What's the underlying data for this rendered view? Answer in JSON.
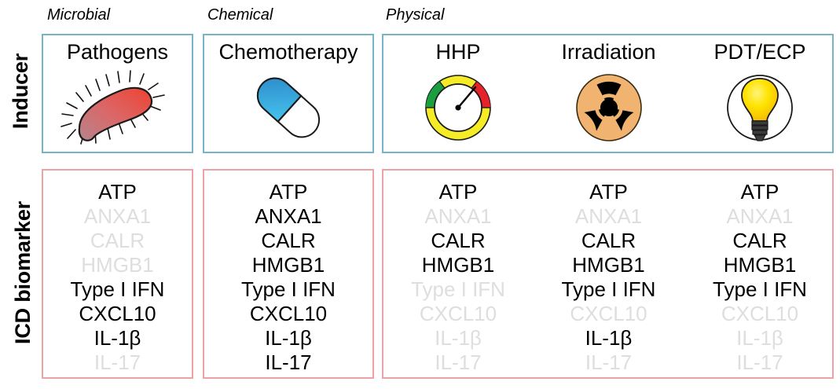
{
  "rows": {
    "inducer_label": "Inducer",
    "biomarker_label": "ICD biomarker"
  },
  "categories": [
    {
      "name": "microbial",
      "caption": "Microbial"
    },
    {
      "name": "chemical",
      "caption": "Chemical"
    },
    {
      "name": "physical",
      "caption": "Physical"
    }
  ],
  "inducers": [
    {
      "key": "pathogens",
      "title": "Pathogens",
      "icon": "bacterium-icon"
    },
    {
      "key": "chemotherapy",
      "title": "Chemotherapy",
      "icon": "pill-capsule-icon"
    },
    {
      "key": "hhp",
      "title": "HHP",
      "icon": "pressure-gauge-icon"
    },
    {
      "key": "irradiation",
      "title": "Irradiation",
      "icon": "radiation-hazard-icon"
    },
    {
      "key": "pdt_ecp",
      "title": "PDT/ECP",
      "icon": "lightbulb-icon"
    }
  ],
  "biomarker_names": [
    "ATP",
    "ANXA1",
    "CALR",
    "HMGB1",
    "Type I IFN",
    "CXCL10",
    "IL-1β",
    "IL-17"
  ],
  "columns": [
    {
      "key": "pathogens",
      "markers": [
        {
          "label": "ATP",
          "active": true
        },
        {
          "label": "ANXA1",
          "active": false
        },
        {
          "label": "CALR",
          "active": false
        },
        {
          "label": "HMGB1",
          "active": false
        },
        {
          "label": "Type I IFN",
          "active": true
        },
        {
          "label": "CXCL10",
          "active": true
        },
        {
          "label": "IL-1β",
          "active": true
        },
        {
          "label": "IL-17",
          "active": false
        }
      ]
    },
    {
      "key": "chemotherapy",
      "markers": [
        {
          "label": "ATP",
          "active": true
        },
        {
          "label": "ANXA1",
          "active": true
        },
        {
          "label": "CALR",
          "active": true
        },
        {
          "label": "HMGB1",
          "active": true
        },
        {
          "label": "Type I IFN",
          "active": true
        },
        {
          "label": "CXCL10",
          "active": true
        },
        {
          "label": "IL-1β",
          "active": true
        },
        {
          "label": "IL-17",
          "active": true
        }
      ]
    },
    {
      "key": "hhp",
      "markers": [
        {
          "label": "ATP",
          "active": true
        },
        {
          "label": "ANXA1",
          "active": false
        },
        {
          "label": "CALR",
          "active": true
        },
        {
          "label": "HMGB1",
          "active": true
        },
        {
          "label": "Type I IFN",
          "active": false
        },
        {
          "label": "CXCL10",
          "active": false
        },
        {
          "label": "IL-1β",
          "active": false
        },
        {
          "label": "IL-17",
          "active": false
        }
      ]
    },
    {
      "key": "irradiation",
      "markers": [
        {
          "label": "ATP",
          "active": true
        },
        {
          "label": "ANXA1",
          "active": false
        },
        {
          "label": "CALR",
          "active": true
        },
        {
          "label": "HMGB1",
          "active": true
        },
        {
          "label": "Type I IFN",
          "active": true
        },
        {
          "label": "CXCL10",
          "active": false
        },
        {
          "label": "IL-1β",
          "active": true
        },
        {
          "label": "IL-17",
          "active": false
        }
      ]
    },
    {
      "key": "pdt_ecp",
      "markers": [
        {
          "label": "ATP",
          "active": true
        },
        {
          "label": "ANXA1",
          "active": false
        },
        {
          "label": "CALR",
          "active": true
        },
        {
          "label": "HMGB1",
          "active": true
        },
        {
          "label": "Type I IFN",
          "active": true
        },
        {
          "label": "CXCL10",
          "active": false
        },
        {
          "label": "IL-1β",
          "active": false
        },
        {
          "label": "IL-17",
          "active": false
        }
      ]
    }
  ],
  "colors": {
    "inducer_border": "#74b6c8",
    "biomarker_border": "#eda2a6",
    "active_text": "#000000",
    "inactive_text": "#dedede",
    "bacterium_body_left": "#b07f86",
    "bacterium_body_right": "#ee4433",
    "capsule_blue": "#2e8fcb",
    "capsule_cyan": "#3fc0ea",
    "gauge_yellow": "#f5ed28",
    "gauge_green": "#1a9e3e",
    "gauge_red": "#e8232a",
    "radiation_orange": "#f0b470",
    "bulb_yellow": "#ffe400",
    "bulb_amber": "#f5b800"
  }
}
